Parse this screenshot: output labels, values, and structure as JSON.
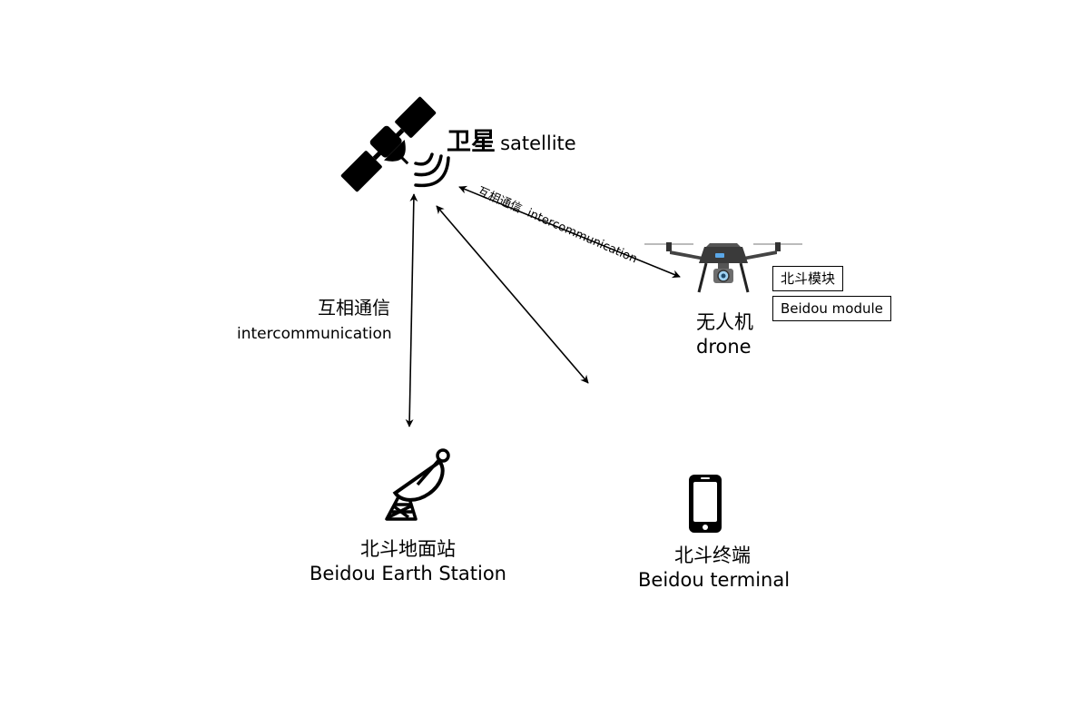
{
  "satellite": {
    "label_zh": "卫星",
    "label_en": "satellite",
    "icon": "satellite-icon"
  },
  "link_satellite_drone": {
    "label_zh": "互相通信",
    "label_en": "intercommunication"
  },
  "link_satellite_station": {
    "label_zh": "互相通信",
    "label_en": "intercommunication"
  },
  "link_satellite_terminal": {},
  "drone": {
    "label_zh": "无人机",
    "label_en": "drone",
    "icon": "drone-icon",
    "module_zh": "北斗模块",
    "module_en": "Beidou module"
  },
  "earth_station": {
    "label_zh": "北斗地面站",
    "label_en": "Beidou Earth Station",
    "icon": "satellite-dish-icon"
  },
  "terminal": {
    "label_zh": "北斗终端",
    "label_en": "Beidou terminal",
    "icon": "smartphone-icon"
  }
}
